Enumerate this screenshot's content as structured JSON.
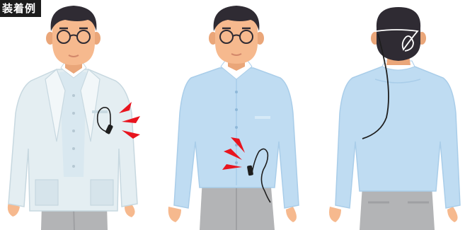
{
  "label": "装着例",
  "colors": {
    "skin": "#f6b98e",
    "skin_shadow": "#eaa679",
    "hair": "#2f2b33",
    "labcoat": "#e4eef2",
    "shirt": "#bfdcf2",
    "shirt_dark": "#a9cde9",
    "pants": "#b3b4b6",
    "pants_dark": "#9fa0a3",
    "accent": "#e8141e",
    "cable": "#1e1e1e"
  },
  "figures": [
    {
      "name": "figure-labcoat-front",
      "view": "front"
    },
    {
      "name": "figure-shirt-front",
      "view": "front"
    },
    {
      "name": "figure-shirt-back",
      "view": "back"
    }
  ]
}
